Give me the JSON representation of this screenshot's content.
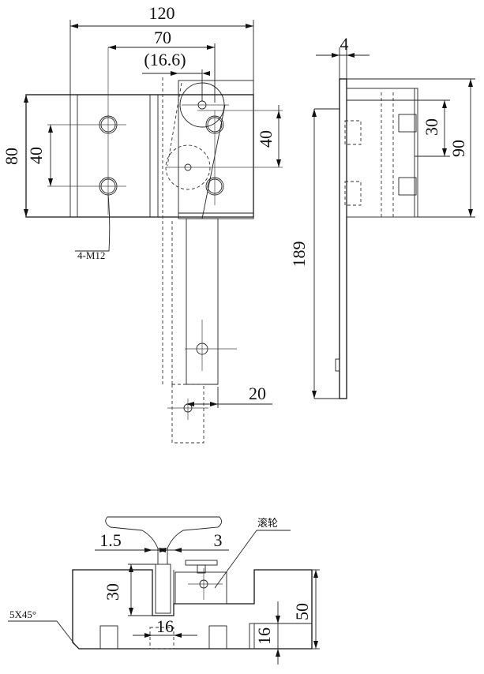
{
  "front_view": {
    "dim_width": "120",
    "dim_hole_spacing": "70",
    "dim_offset": "(16.6)",
    "dim_height": "80",
    "dim_hole_vertical": "40",
    "dim_roller_vertical": "40",
    "dim_arm_width": "20",
    "bolt_callout": "4-M12"
  },
  "side_view": {
    "dim_thickness": "4",
    "dim_inner": "30",
    "dim_height": "90",
    "dim_length": "189"
  },
  "bottom_view": {
    "dim_left_gap": "1.5",
    "dim_right_gap": "3",
    "dim_depth": "30",
    "dim_slot": "16",
    "dim_height": "50",
    "dim_base": "16",
    "chamfer": "5X45°",
    "roller_label": "滚轮"
  }
}
